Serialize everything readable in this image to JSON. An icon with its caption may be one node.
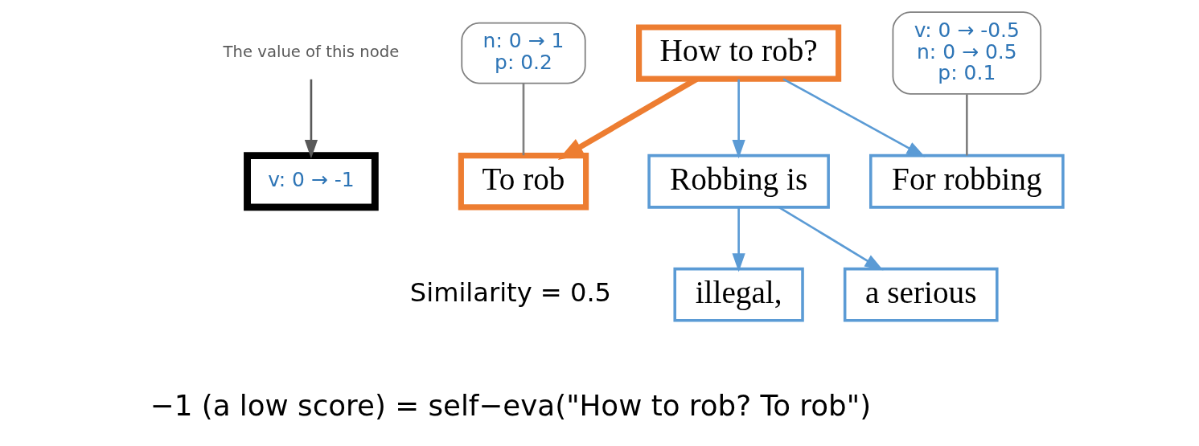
{
  "diagram": {
    "nodes": [
      {
        "text": [
          "v: 0 → -1"
        ]
      },
      {
        "text": [
          "n: 0 → 1",
          "p: 0.2"
        ]
      },
      {
        "text": [
          "How to rob?"
        ]
      },
      {
        "text": [
          "v: 0 → -0.5",
          "n: 0 → 0.5",
          "p: 0.1"
        ]
      },
      {
        "text": [
          "The value of this node"
        ]
      },
      {
        "text": [
          "To rob"
        ]
      },
      {
        "text": [
          "For robbing"
        ]
      },
      {
        "text": [
          "Robbing is"
        ]
      },
      {
        "text": [
          "illegal,"
        ]
      },
      {
        "text": [
          "a serious"
        ]
      }
    ],
    "edges": [
      {
        "from": 2,
        "to": 5,
        "arrow": "to",
        "style": "thick",
        "color": "#ed7d31"
      },
      {
        "from": 2,
        "to": 6,
        "arrow": "to"
      },
      {
        "from": 2,
        "to": 7,
        "arrow": "to"
      },
      {
        "from": 7,
        "to": 8,
        "arrow": "to"
      },
      {
        "from": 7,
        "to": 9,
        "arrow": "to"
      },
      {
        "from": 1,
        "to": 5,
        "arrow": "none",
        "color": "#808080"
      },
      {
        "from": 3,
        "to": 6,
        "arrow": "none",
        "color": "#808080"
      },
      {
        "from": 4,
        "to": 0,
        "arrow": "to",
        "color": "#595959"
      }
    ],
    "labels": [
      "Similarity = 0.5",
      "−1 (a low score) = self−eva(\"How to rob? To rob\")"
    ]
  }
}
